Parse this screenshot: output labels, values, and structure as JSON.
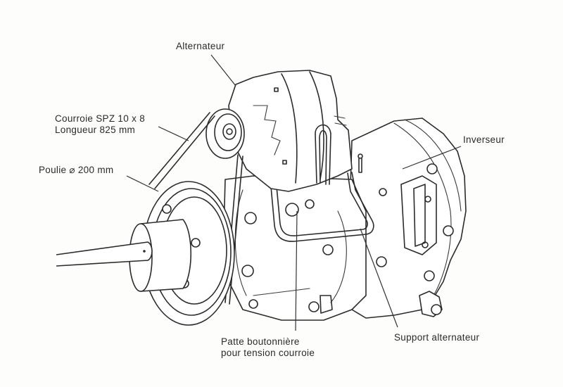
{
  "diagram": {
    "subject": "Boat engine with alternator, belt drive and reversing gearbox",
    "labels": {
      "alternator": "Alternateur",
      "belt_line1": "Courroie SPZ 10 x 8",
      "belt_line2": "Longueur 825 mm",
      "pulley": "Poulie ⌀ 200 mm",
      "reverser": "Inverseur",
      "slot_bracket_line1": "Patte boutonnière",
      "slot_bracket_line2": "pour tension courroie",
      "alternator_support": "Support alternateur"
    },
    "colors": {
      "ink": "#2b2b2b",
      "paper": "#fdfdfc"
    }
  }
}
